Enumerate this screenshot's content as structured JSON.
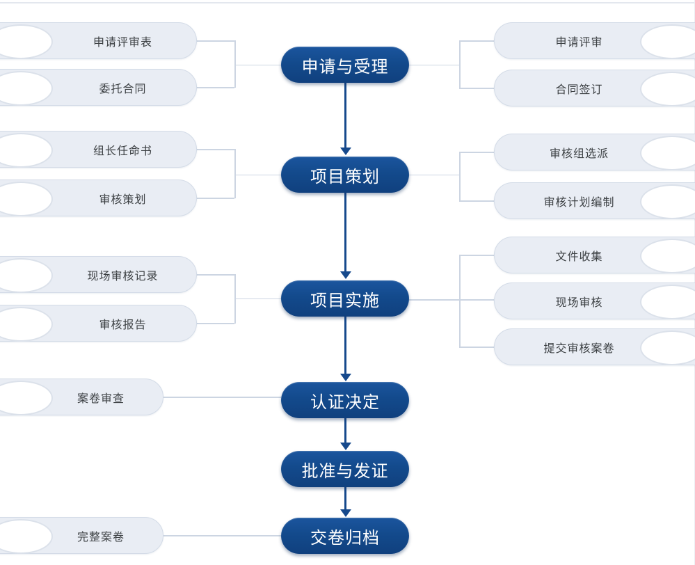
{
  "diagram": {
    "type": "flowchart",
    "direction": "top-down",
    "colors": {
      "step_fill": "#134a8c",
      "step_text": "#ffffff",
      "side_pill_fill": "#e9edf4",
      "side_pill_border": "#d3dbe7",
      "side_pill_text": "#3c4043",
      "connector": "#ccd5e2",
      "arrow": "#16498c"
    },
    "steps": [
      {
        "label": "申请与受理"
      },
      {
        "label": "项目策划"
      },
      {
        "label": "项目实施"
      },
      {
        "label": "认证决定"
      },
      {
        "label": "批准与发证"
      },
      {
        "label": "交卷归档"
      }
    ],
    "left_documents": [
      {
        "label": "申请评审表",
        "linked_step": "申请与受理"
      },
      {
        "label": "委托合同",
        "linked_step": "申请与受理"
      },
      {
        "label": "组长任命书",
        "linked_step": "项目策划"
      },
      {
        "label": "审核策划",
        "linked_step": "项目策划"
      },
      {
        "label": "现场审核记录",
        "linked_step": "项目实施"
      },
      {
        "label": "审核报告",
        "linked_step": "项目实施"
      },
      {
        "label": "案卷审查",
        "linked_step": "认证决定"
      },
      {
        "label": "完整案卷",
        "linked_step": "交卷归档"
      }
    ],
    "right_activities": [
      {
        "label": "申请评审",
        "linked_step": "申请与受理"
      },
      {
        "label": "合同签订",
        "linked_step": "申请与受理"
      },
      {
        "label": "审核组选派",
        "linked_step": "项目策划"
      },
      {
        "label": "审核计划编制",
        "linked_step": "项目策划"
      },
      {
        "label": "文件收集",
        "linked_step": "项目实施"
      },
      {
        "label": "现场审核",
        "linked_step": "项目实施"
      },
      {
        "label": "提交审核案卷",
        "linked_step": "项目实施"
      }
    ]
  }
}
